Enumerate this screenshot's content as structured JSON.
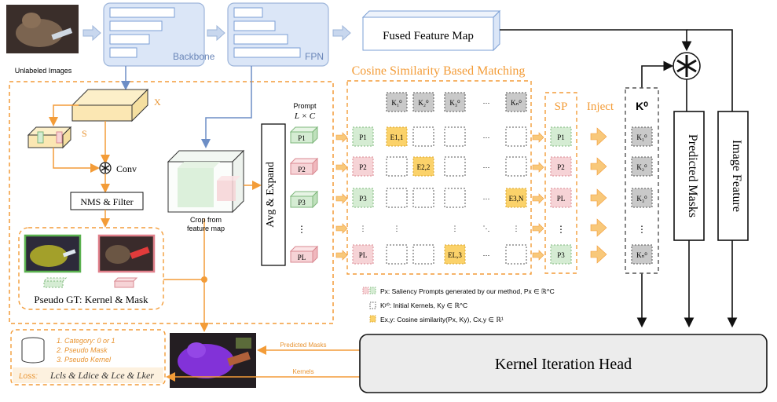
{
  "input": {
    "caption": "Unlabeled Images"
  },
  "backbone": {
    "label": "Backbone"
  },
  "fpn": {
    "label": "FPN"
  },
  "fused": {
    "label": "Fused Feature Map"
  },
  "pseudo": {
    "x_label": "X",
    "s_label": "S",
    "conv_label": "Conv",
    "nms_label": "NMS & Filter",
    "gt_label": "Pseudo GT: Kernel & Mask"
  },
  "crop": {
    "caption_line1": "Crop from",
    "caption_line2": "feature map"
  },
  "avg": {
    "label": "Avg & Expand"
  },
  "prompt": {
    "title": "Prompt",
    "dims": "L × C",
    "items": [
      "P1",
      "P2",
      "P3",
      "⋮",
      "PL"
    ]
  },
  "matching": {
    "title": "Cosine Similarity Based Matching",
    "header": [
      "K₁⁰",
      "K₂⁰",
      "K₃⁰",
      "⋯",
      "Kₙ⁰"
    ],
    "rows": [
      {
        "p": "P1",
        "cells": [
          "E1,1",
          "",
          "",
          "⋯",
          ""
        ]
      },
      {
        "p": "P2",
        "cells": [
          "",
          "E2,2",
          "",
          "⋯",
          ""
        ]
      },
      {
        "p": "P3",
        "cells": [
          "",
          "",
          "",
          "⋯",
          "E3,N"
        ]
      },
      {
        "p": "⋮",
        "cells": [
          "⋮",
          "",
          "⋮",
          "⋱",
          "⋮"
        ]
      },
      {
        "p": "PL",
        "cells": [
          "",
          "",
          "EL,3",
          "⋯",
          ""
        ]
      }
    ]
  },
  "sp": {
    "label": "SP",
    "items": [
      "P1",
      "P2",
      "PL",
      "⋮",
      "P3"
    ]
  },
  "inject": {
    "label": "Inject"
  },
  "k0": {
    "label": "K⁰",
    "items": [
      "K₁⁰",
      "K₂⁰",
      "K₃⁰",
      "⋮",
      "Kₙ⁰"
    ]
  },
  "predicted_masks": {
    "label": "Predicted Masks"
  },
  "image_feature": {
    "label": "Image Feature"
  },
  "legend": {
    "line1": "Px: Saliency Prompts generated by our method, Px ∈ ℝ^C",
    "line2": "Kʸ⁰: Initial Kernels, Ky ∈ ℝ^C",
    "line3": "Ex,y: Cosine similarity(Px, Ky), Cx,y ∈ ℝ¹"
  },
  "loss_box": {
    "items": [
      "1.  Category: 0 or 1",
      "2.  Pseudo Mask",
      "3.  Pseudo Kernel"
    ],
    "loss_label": "Loss:",
    "loss_terms": "Lcls & Ldice & Lce & Lker"
  },
  "kernel_head": {
    "label": "Kernel Iteration Head"
  },
  "arrows": {
    "predicted_masks": "Predicted Masks",
    "kernels": "Kernels"
  },
  "colors": {
    "orange": "#f39c38",
    "blue_stroke": "#7b9fd4",
    "blue_fill": "#dbe6f7",
    "green_fill": "#d5ecd3",
    "green_stroke": "#7fb77d",
    "pink_fill": "#f6d3d6",
    "pink_stroke": "#d98a92",
    "yellow_fill": "#fbd26a",
    "gray_fill": "#c9c9c9",
    "head_fill": "#ececec"
  }
}
